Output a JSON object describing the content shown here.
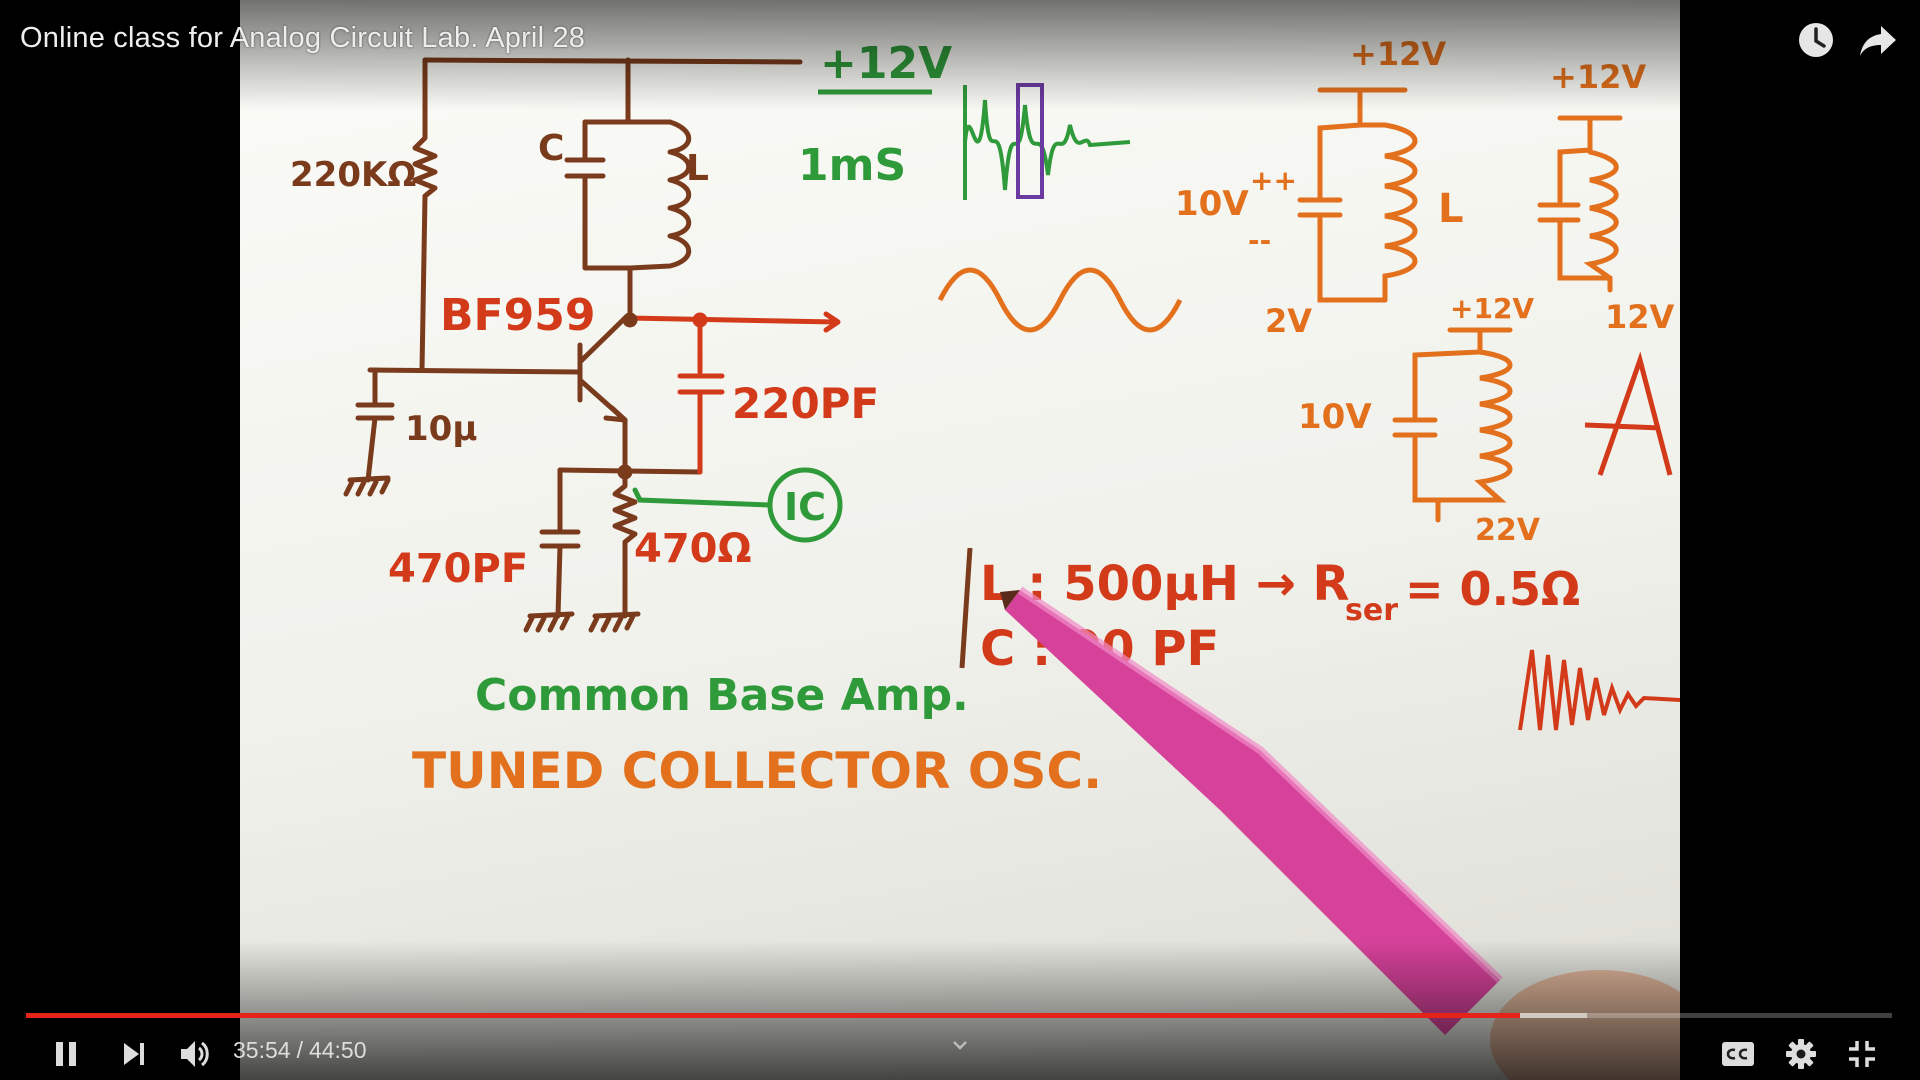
{
  "video": {
    "title": "Online class for Analog Circuit Lab. April 28"
  },
  "board": {
    "circuit": {
      "supply": "+12V",
      "r_bias": "220KΩ",
      "cap_c": "C",
      "ind_l": "L",
      "transistor": "BF959",
      "bypass_cap": "10μ",
      "feedback_cap": "220PF",
      "emitter_cap": "470PF",
      "emitter_res": "470Ω",
      "ic_label": "IC"
    },
    "waveform_time": "1mS",
    "caption_1": "Common Base Amp.",
    "caption_2": "TUNED COLLECTOR OSC.",
    "tank_top": {
      "supply": "+12V",
      "cap_voltage": "10V",
      "plus_marks": "++",
      "minus_marks": "--",
      "ind_label": "L",
      "bottom_voltage": "2V"
    },
    "tank_right": {
      "supply": "+12V",
      "bottom_voltage": "12V"
    },
    "tank_middle": {
      "supply": "+12V",
      "cap_voltage": "10V",
      "bottom_voltage": "22V"
    },
    "equation_l": "L : 500μH → R",
    "equation_sub": "ser",
    "equation_rhs": "= 0.5Ω",
    "equation_c": "C : 00 PF",
    "partial_letter": "A"
  },
  "controls": {
    "current_time": "35:54",
    "time_separator": "/",
    "duration": "44:50",
    "progress_played": 0.8007,
    "progress_buffered": 0.8365,
    "icons": {
      "pause": "pause-icon",
      "next": "next-icon",
      "volume": "volume-icon",
      "chevron": "chevron-down-icon",
      "cc": "closed-captions-icon",
      "settings": "settings-gear-icon",
      "fullscreen": "exit-fullscreen-icon",
      "watch_later": "clock-icon",
      "share": "share-arrow-icon"
    }
  },
  "colors": {
    "progress_red": "#e52318",
    "ink_brown": "#7a3b1c",
    "ink_red": "#d23a1a",
    "ink_orange": "#e2701c",
    "ink_green": "#2f9a3a",
    "ink_purple": "#6a3aa0",
    "pointer_pink": "#d6429a"
  }
}
